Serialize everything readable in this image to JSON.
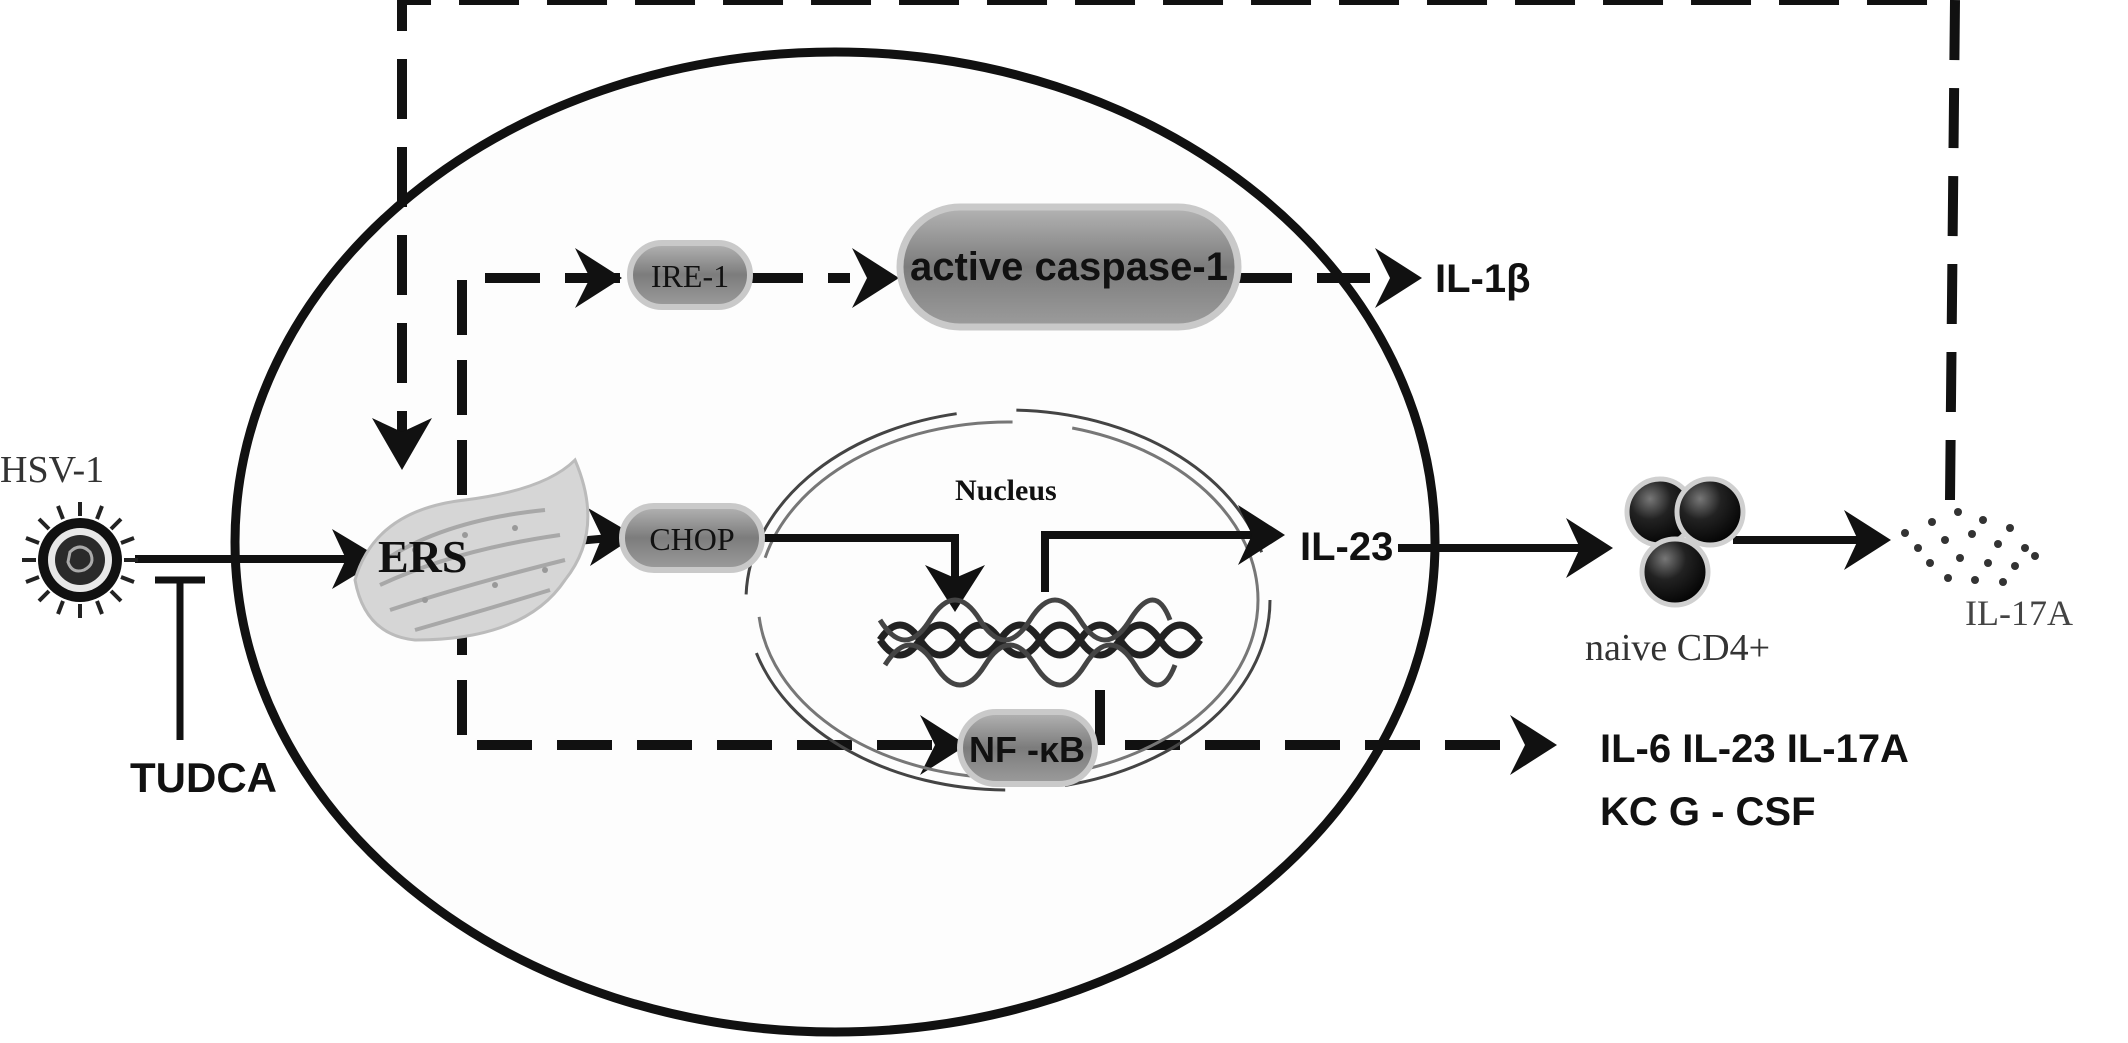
{
  "labels": {
    "hsv1": "HSV-1",
    "tudca": "TUDCA",
    "ers": "ERS",
    "ire1": "IRE-1",
    "active_caspase1": "active caspase-1",
    "il1b": "IL-1β",
    "chop": "CHOP",
    "nucleus": "Nucleus",
    "il23": "IL-23",
    "nfkb": "NF -κB",
    "naive_cd4": "naive CD4+",
    "il17a": "IL-17A",
    "cytokines_line1": "IL-6 IL-23 IL-17A",
    "cytokines_line2": "KC  G - CSF"
  },
  "icons": {
    "virus": "virus-icon",
    "er": "endoplasmic-reticulum-icon",
    "dna": "dna-helix-icon",
    "cells": "t-cell-cluster-icon",
    "cytokine_dots": "cytokine-particles-icon"
  },
  "colors": {
    "line": "#111111",
    "node_fill": "#8a8a8a",
    "node_border": "#c9c9c9",
    "er_fill": "#d6d6d6",
    "cell_dark": "#1a1a1a"
  }
}
